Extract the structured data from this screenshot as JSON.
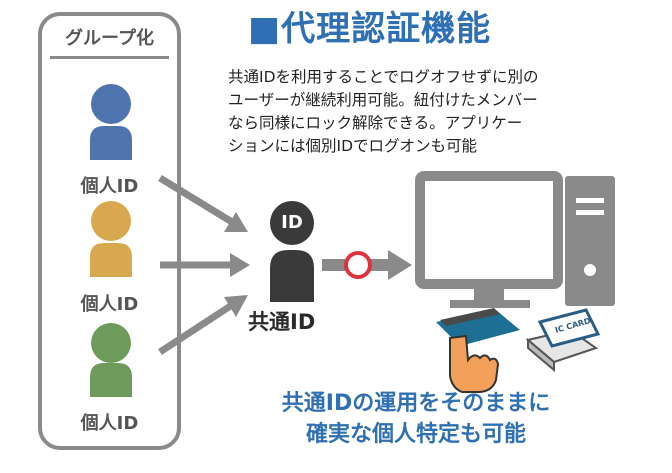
{
  "title": "■代理認証機能",
  "group": {
    "title": "グループ化",
    "members": [
      {
        "label": "個人ID",
        "color": "#4f74ad"
      },
      {
        "label": "個人ID",
        "color": "#d8a84f"
      },
      {
        "label": "個人ID",
        "color": "#6e9a5b"
      }
    ]
  },
  "description": [
    "共通IDを利用することでログオフせずに別の",
    "ユーザーが継続利用可能。紐付けたメンバー",
    "なら同様にロック解除できる。アプリケー",
    "ションには個別IDでログオンも可能"
  ],
  "shared": {
    "badge": "ID",
    "label": "共通ID"
  },
  "card_text": "IC CARD",
  "bottom": [
    "共通IDの運用をそのままに",
    "確実な個人特定も可能"
  ],
  "colors": {
    "accent": "#2f6fb3",
    "gray": "#8a8a8a",
    "ok_ring": "#e0313f"
  }
}
